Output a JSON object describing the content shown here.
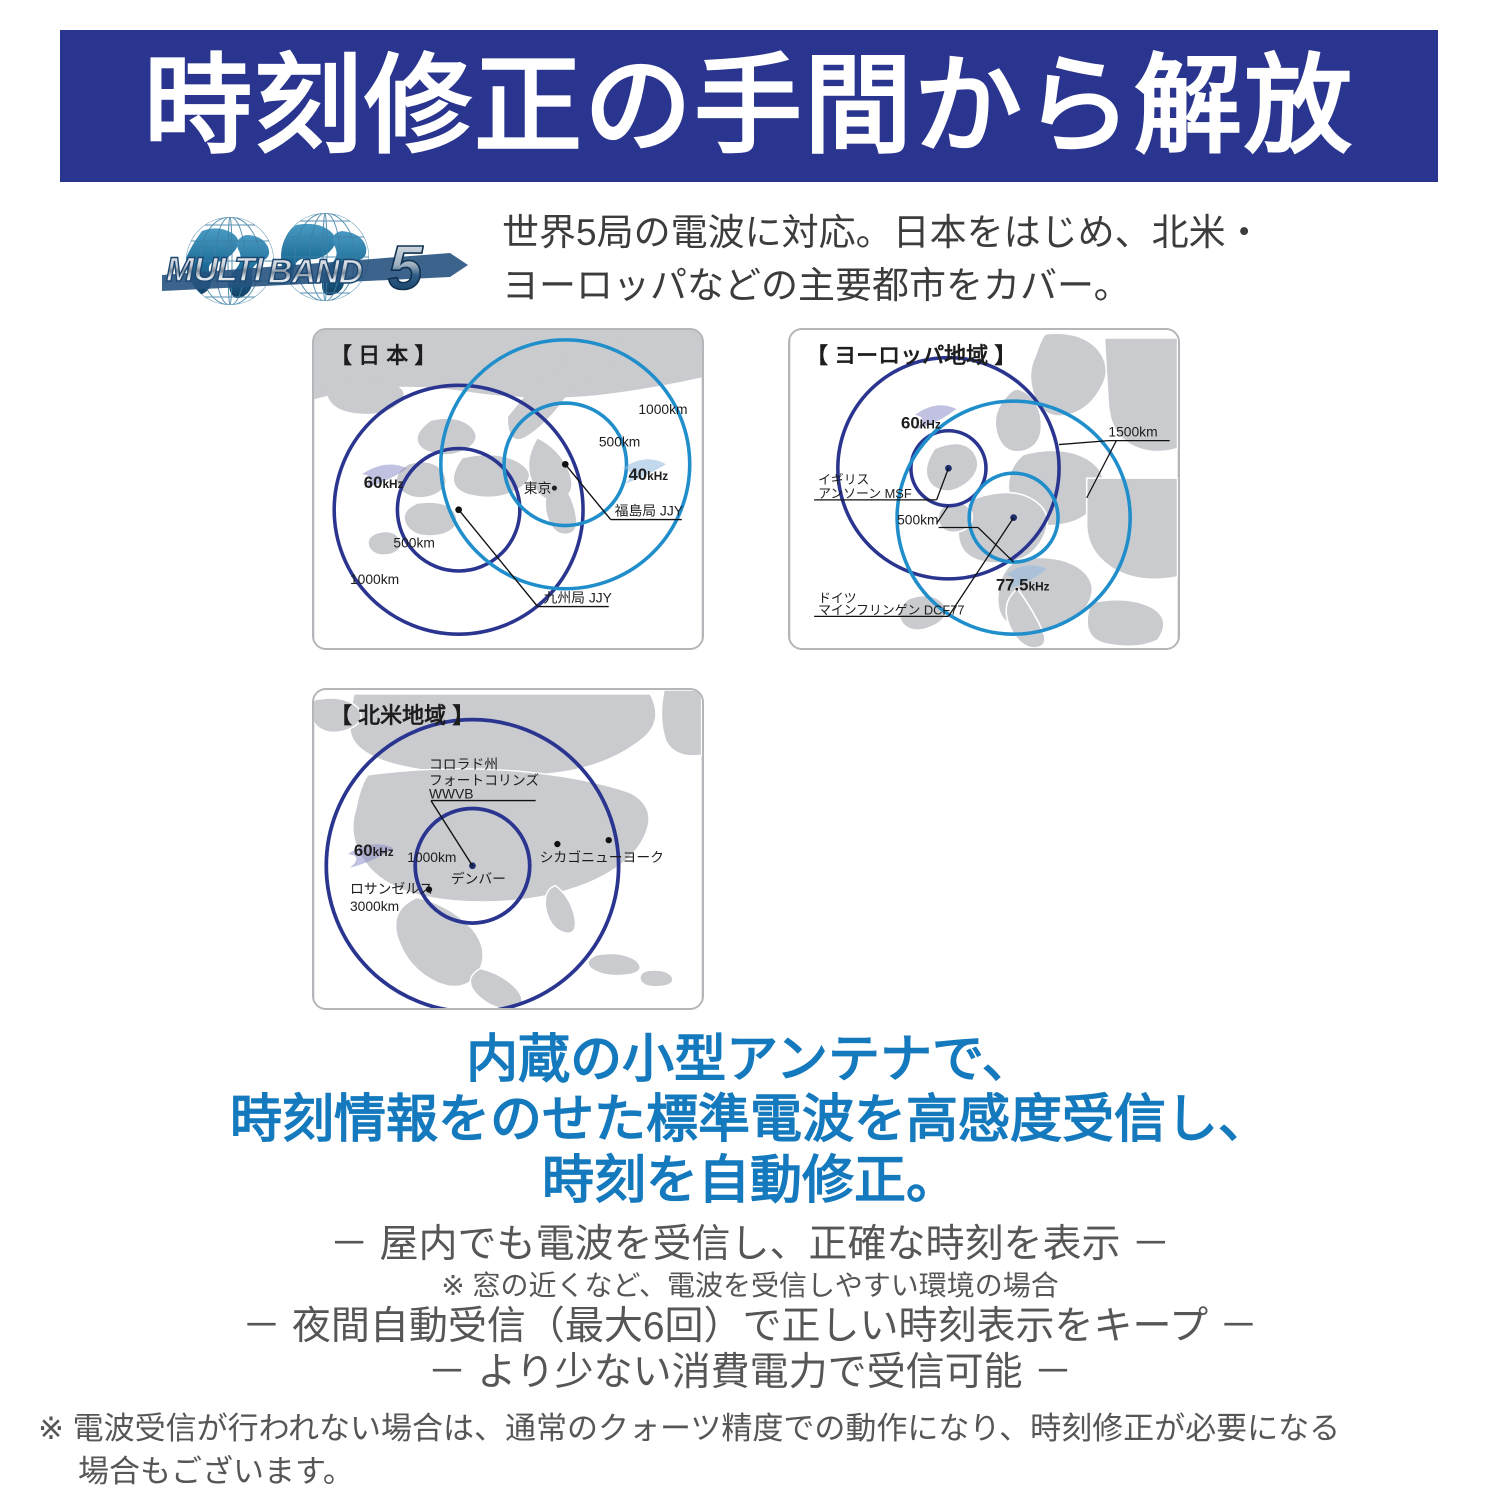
{
  "header": {
    "title": "時刻修正の手間から解放",
    "background_color": "#2a3590",
    "text_color": "#ffffff"
  },
  "intro": {
    "logo_name": "MULTIBAND 5",
    "logo_word_multi": "MULTI",
    "logo_word_band": "BAND",
    "logo_digit": "5",
    "line1": "世界5局の電波に対応。日本をはじめ、北米・",
    "line2": "ヨーロッパなどの主要都市をカバー。"
  },
  "maps": [
    {
      "id": "japan",
      "title": "【 日 本 】",
      "stations": [
        {
          "name": "九州局 JJY",
          "frequency": "60kHz",
          "frequency_color": "#2a3590",
          "rings": [
            "500km",
            "1000km"
          ]
        },
        {
          "name": "福島局 JJY",
          "frequency": "40kHz",
          "frequency_color": "#1f8ecb",
          "rings": [
            "500km",
            "1000km"
          ]
        }
      ],
      "cities": [
        "東京"
      ],
      "labels": {
        "freq_a": "60kHz",
        "freq_b": "40kHz",
        "ring_a_inner": "500km",
        "ring_a_outer": "1000km",
        "ring_b_inner": "500km",
        "ring_b_outer": "1000km",
        "city_tokyo": "東京",
        "station_a": "九州局 JJY",
        "station_b": "福島局 JJY"
      }
    },
    {
      "id": "europe",
      "title": "【 ヨーロッパ地域 】",
      "stations": [
        {
          "name": "イギリス アンソーン MSF",
          "name_line1": "イギリス",
          "name_line2": "アンソーン MSF",
          "frequency": "60kHz",
          "frequency_color": "#2a3590",
          "rings": [
            "500km",
            "1500km"
          ]
        },
        {
          "name": "ドイツ マインフリンゲン DCF77",
          "name_line1": "ドイツ",
          "name_line2": "マインフリンゲン DCF77",
          "frequency": "77.5kHz",
          "frequency_color": "#1f8ecb",
          "rings": [
            "500km",
            "1500km"
          ]
        }
      ],
      "cities": [],
      "labels": {
        "freq_a": "60kHz",
        "freq_b": "77.5kHz",
        "ring_inner": "500km",
        "ring_outer": "1500km"
      }
    },
    {
      "id": "namerica",
      "title": "【 北米地域 】",
      "stations": [
        {
          "name": "コロラド州 フォートコリンズ WWVB",
          "name_line1": "コロラド州",
          "name_line2": "フォートコリンズ",
          "name_line3": "WWVB",
          "frequency": "60kHz",
          "frequency_color": "#2a3590",
          "rings": [
            "1000km",
            "3000km"
          ]
        }
      ],
      "cities": [
        "デンバー",
        "シカゴ",
        "ニューヨーク",
        "ロサンゼルス"
      ],
      "labels": {
        "freq_a": "60kHz",
        "ring_inner": "1000km",
        "ring_outer": "3000km",
        "city_denver": "デンバー",
        "city_chicago": "シカゴ",
        "city_newyork": "ニューヨーク",
        "city_losangeles": "ロサンゼルス"
      }
    }
  ],
  "emphasis": {
    "color": "#1479bd",
    "line1": "内蔵の小型アンテナで、",
    "line2": "時刻情報をのせた標準電波を高感度受信し、",
    "line3": "時刻を自動修正。"
  },
  "bullets": {
    "line1": "－ 屋内でも電波を受信し、正確な時刻を表示 －",
    "note1": "※ 窓の近くなど、電波を受信しやすい環境の場合",
    "line2": "－ 夜間自動受信（最大6回）で正しい時刻表示をキープ －",
    "line3": "－ より少ない消費電力で受信可能 －"
  },
  "footnote": {
    "line1": "※ 電波受信が行われない場合は、通常のクォーツ精度での動作になり、時刻修正が必要になる",
    "line2": "場合もございます。"
  },
  "palette": {
    "navy": "#2a3590",
    "light_blue": "#1f8ecb",
    "map_gray": "#c9cbcf",
    "land_white": "#ffffff",
    "text_gray": "#565656"
  }
}
